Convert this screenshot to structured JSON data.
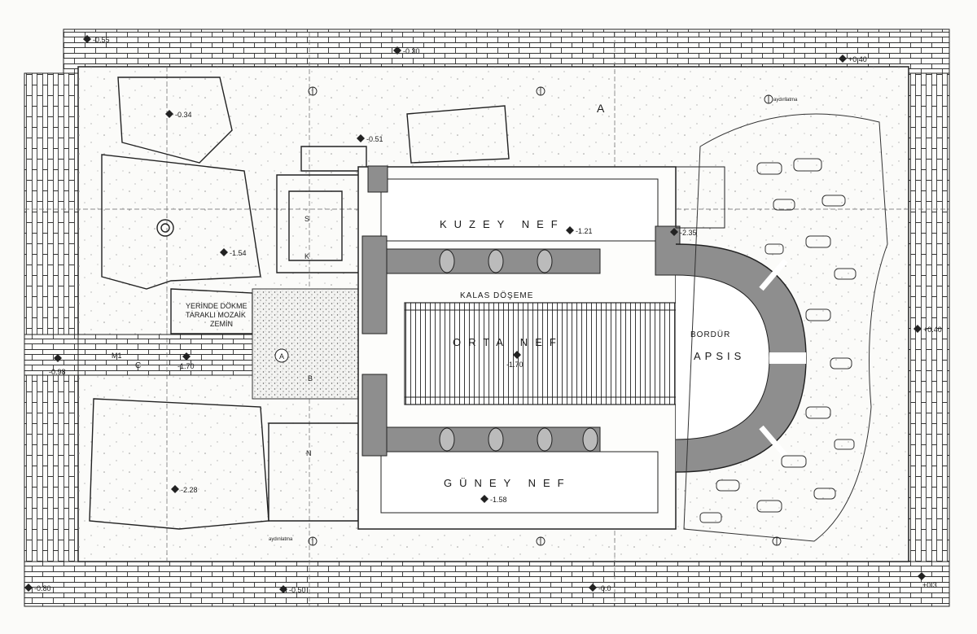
{
  "labels": {
    "kuzey_nef": "KUZEY NEF",
    "guney_nef": "GÜNEY NEF",
    "orta_nef": "ORTA NEF",
    "apsis": "APSIS",
    "kalas_doseme": "KALAS DÖŞEME",
    "bordur": "BORDÜR",
    "mosaic_1": "YERİNDE DÖKME",
    "mosaic_2": "TARAKLI MOZAİK",
    "mosaic_3": "ZEMİN",
    "area_a": "A",
    "circle_a": "A",
    "room_c": "C",
    "room_m1": "M1",
    "room_b": "B",
    "room_n": "N",
    "room_s": "S",
    "room_k": "K",
    "aydinlatma_top": "aydınlatma",
    "aydinlatma_bottom": "aydınlatma"
  },
  "elevations": [
    "-0.55",
    "-0.30",
    "+0.40",
    "-0.34",
    "-0.51",
    "-1.21",
    "-2.35",
    "-1.54",
    "-1.70",
    "-1.70",
    "+0.40",
    "-0.98",
    "-2.28",
    "-1.58",
    "-0.80",
    "-0.50",
    "-0.0",
    "+0.3"
  ]
}
